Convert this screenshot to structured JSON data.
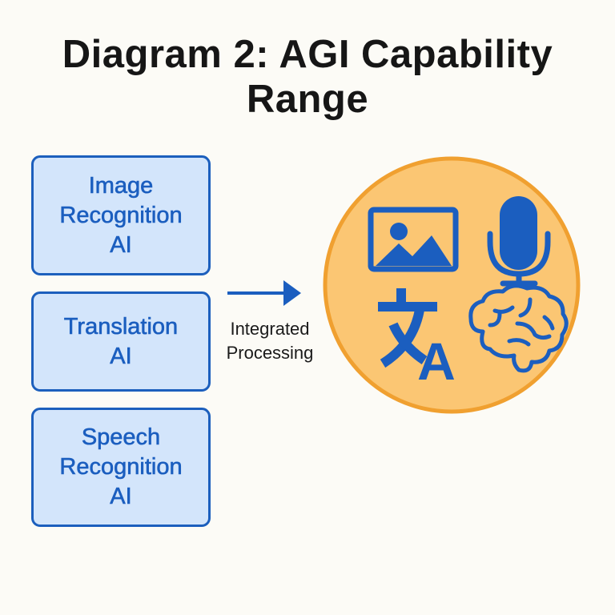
{
  "title": "Diagram 2: AGI Capability\nRange",
  "title_lines": [
    "Diagram 2: AGI Capability",
    "Range"
  ],
  "boxes": [
    {
      "label": "Image\nRecognition\nAI"
    },
    {
      "label": "Translation\nAI"
    },
    {
      "label": "Speech\nRecognition\nAI"
    }
  ],
  "arrow_label": "Integrated\nProcessing",
  "hub": {
    "icons": [
      "image-icon",
      "microphone-icon",
      "translate-icon",
      "brain-icon"
    ]
  },
  "colors": {
    "background": "#fcfbf6",
    "box_fill": "#d3e5fb",
    "box_border": "#1c5fbd",
    "accent_blue": "#1b5ebf",
    "hub_fill": "#fbc673",
    "hub_border": "#f0a030",
    "title": "#161616"
  }
}
